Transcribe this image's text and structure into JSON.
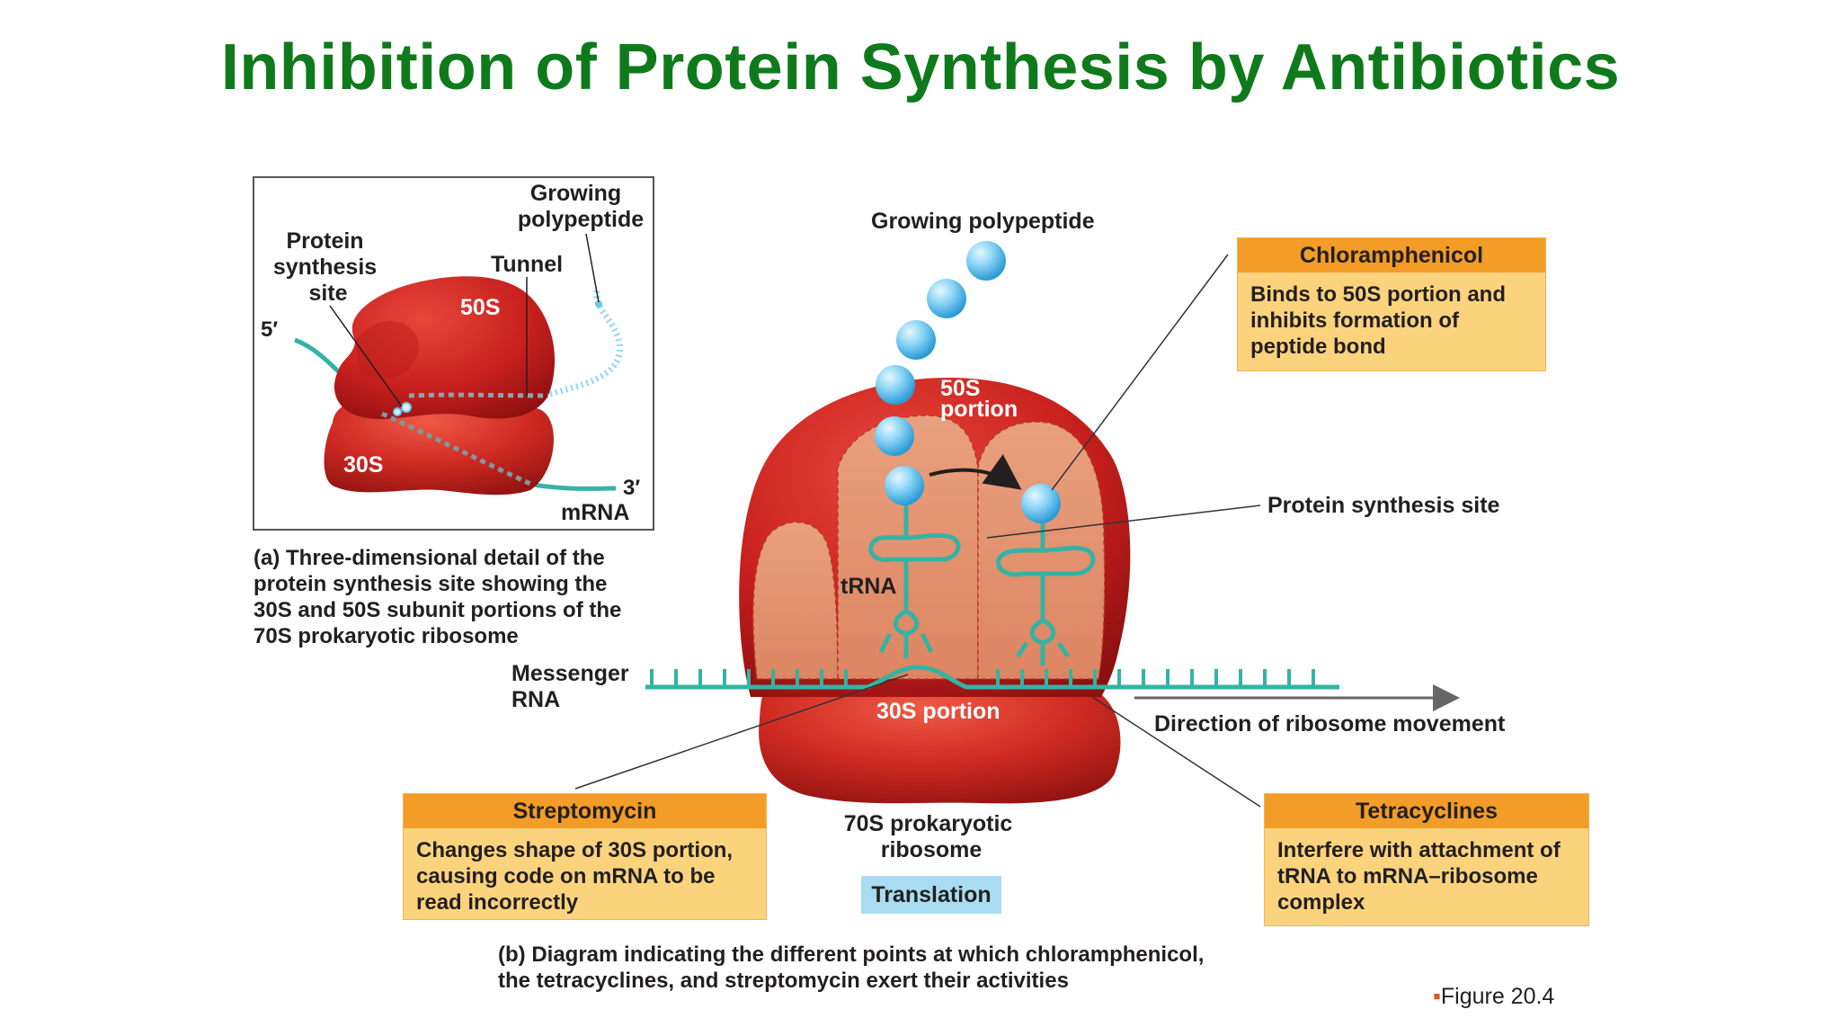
{
  "title": "Inhibition of Protein Synthesis by Antibiotics",
  "panel_a": {
    "labels": {
      "growing_polypeptide": [
        "Growing",
        "polypeptide"
      ],
      "protein_synthesis_site": [
        "Protein",
        "synthesis",
        "site"
      ],
      "tunnel": "Tunnel",
      "five_prime": "5′",
      "fifty_s": "50S",
      "thirty_s": "30S",
      "three_prime": "3′",
      "mrna": "mRNA"
    },
    "caption_tag": "(a)",
    "caption_lines": [
      "Three-dimensional detail of the",
      "protein synthesis site showing the",
      "30S and 50S subunit portions of the",
      "70S prokaryotic ribosome"
    ]
  },
  "panel_b": {
    "labels": {
      "growing_polypeptide": "Growing polypeptide",
      "fifty_s_portion": [
        "50S",
        "portion"
      ],
      "trna": "tRNA",
      "protein_synthesis_site": "Protein synthesis site",
      "messenger_rna": [
        "Messenger",
        "RNA"
      ],
      "thirty_s_portion": "30S portion",
      "direction": "Direction of ribosome movement",
      "ribosome": [
        "70S prokaryotic",
        "ribosome"
      ],
      "translation": "Translation"
    },
    "caption_tag": "(b)",
    "caption_lines": [
      "Diagram indicating the different points at which chloramphenicol,",
      "the tetracyclines, and streptomycin exert their activities"
    ]
  },
  "boxes": {
    "chloramphenicol": {
      "title": "Chloramphenicol",
      "lines": [
        "Binds to 50S portion and",
        "inhibits formation of",
        "peptide bond"
      ]
    },
    "streptomycin": {
      "title": "Streptomycin",
      "lines": [
        "Changes shape of 30S portion,",
        "causing code on mRNA to be",
        "read incorrectly"
      ]
    },
    "tetracyclines": {
      "title": "Tetracyclines",
      "lines": [
        "Interfere with attachment of",
        "tRNA to mRNA–ribosome",
        "complex"
      ]
    }
  },
  "figure_ref": "Figure 20.4",
  "colors": {
    "title_green": "#0f7a1b",
    "ribosome_red": "#c8201e",
    "ribosome_inner": "#e38f6b",
    "mrna_teal": "#34b3a5",
    "bead_blue": "#6cc7f0",
    "box_fill": "#fbd37d",
    "box_header": "#f39c27",
    "translation_fill": "#a9dcf1"
  }
}
